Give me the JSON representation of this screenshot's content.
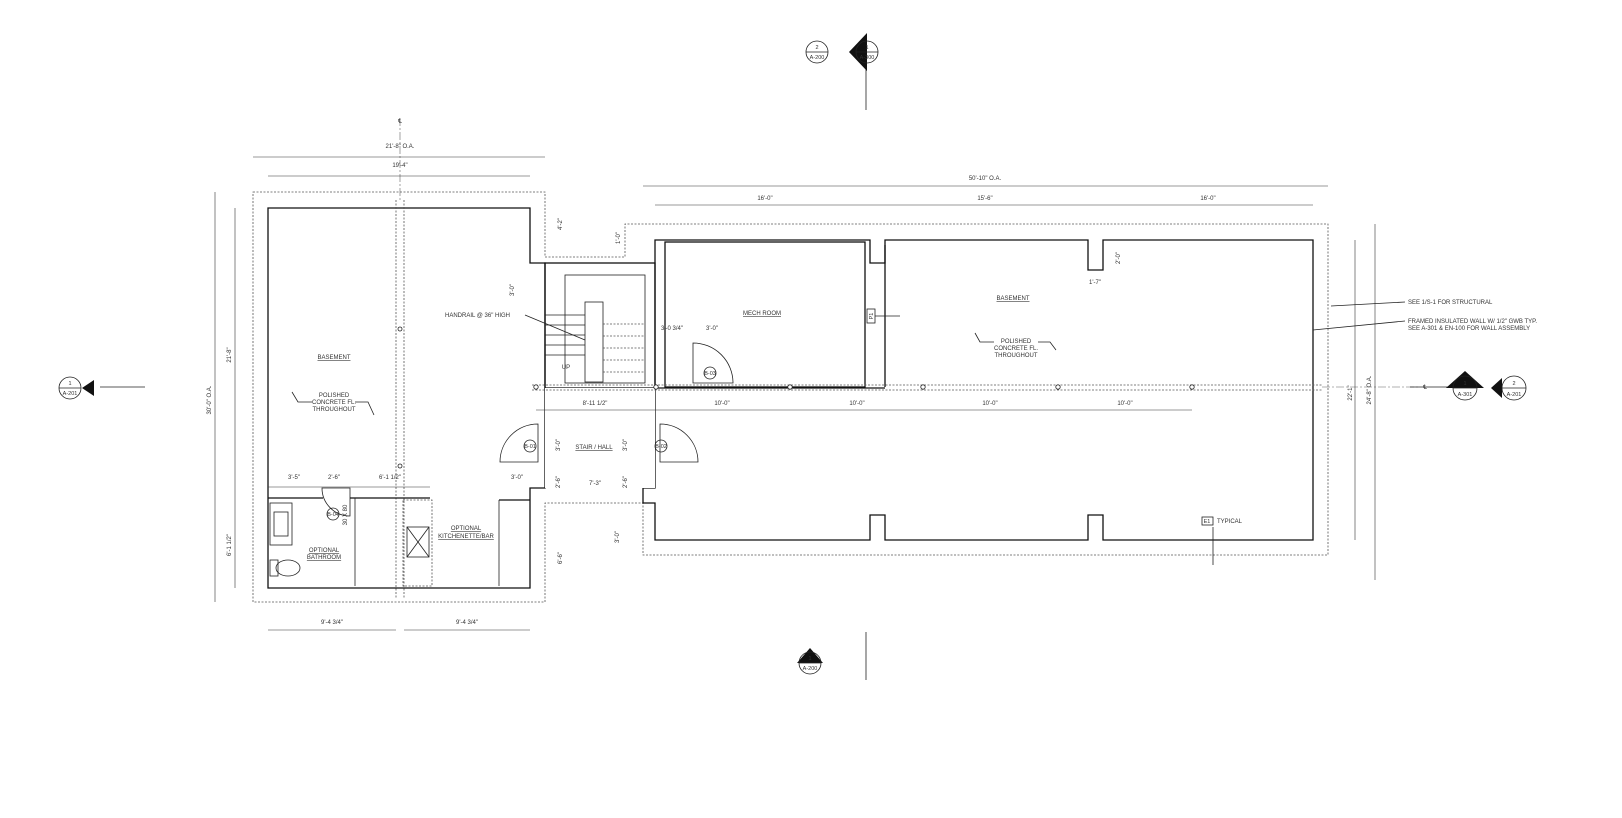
{
  "sheet": {
    "section_markers": {
      "top_left": {
        "num": "2",
        "sheet": "A-200"
      },
      "top_right": {
        "num": "1",
        "sheet": "A-300"
      },
      "bottom": {
        "num": "1",
        "sheet": "A-200"
      },
      "left": {
        "num": "1",
        "sheet": "A-201"
      },
      "right_1": {
        "num": "1",
        "sheet": "A-301"
      },
      "right_2": {
        "num": "2",
        "sheet": "A-201"
      }
    },
    "dimensions": {
      "left_oa": "21'-8\" O.A.",
      "left_inner": "19'-4\"",
      "right_oa": "50'-10\" O.A.",
      "bay1": "16'-0\"",
      "bay2": "15'-6\"",
      "bay3": "16'-0\"",
      "notch_4_2": "4'-2\"",
      "notch_1_0": "1'-0\"",
      "stair_3_0": "3'-0\"",
      "pilaster_2_0": "2'-0\"",
      "pilaster_1_7": "1'-7\"",
      "mech_3_0_3_4": "3'-0 3/4\"",
      "mech_door_3_0": "3'-0\"",
      "hall_8_11": "8'-11 1/2\"",
      "grid": [
        "10'-0\"",
        "10'-0\"",
        "10'-0\"",
        "10'-0\""
      ],
      "hall_left_3_0": "3'-0\"",
      "hall_right_3_0": "3'-0\"",
      "bath_3_5": "3'-5\"",
      "bath_2_6": "2'-6\"",
      "bath_6_1": "6'-1 1/2\"",
      "kitchen_3_0": "3'-0\"",
      "hall_2_6a": "2'-6\"",
      "hall_7_3": "7'-3\"",
      "hall_2_6b": "2'-6\"",
      "notch_3_0": "3'-0\"",
      "notch_6_6": "6'-6\"",
      "bath_height": "6'-1 1/2\"",
      "left_21_8": "21'-8\"",
      "left_30_oa": "30'-0\" O.A.",
      "right_22_1": "22'-1\"",
      "right_24_8_oa": "24'-8\" O.A.",
      "bottom_left": "9'-4 3/4\"",
      "bottom_right": "9'-4 3/4\"",
      "door_size": "30 X 80"
    },
    "rooms": {
      "basement_left": "BASEMENT",
      "basement_right": "BASEMENT",
      "mech": "MECH ROOM",
      "stair_hall": "STAIR / HALL",
      "bath": [
        "OPTIONAL",
        "BATHROOM"
      ],
      "kitchen": [
        "OPTIONAL",
        "KITCHENETTE/BAR"
      ]
    },
    "notes": {
      "floor_left": [
        "POLISHED",
        "CONCRETE FL.",
        "THROUGHOUT"
      ],
      "floor_right": [
        "POLISHED",
        "CONCRETE FL.",
        "THROUGHOUT"
      ],
      "handrail": "HANDRAIL @ 36\" HIGH",
      "up": "UP",
      "structural": "SEE 1/S-1  FOR STRUCTURAL",
      "wall_1": "FRAMED INSULATED WALL W/ 1/2\" GWB TYP.",
      "wall_2": "SEE A-301 & EN-100 FOR WALL ASSEMBLY",
      "typical": "TYPICAL"
    },
    "tags": {
      "b01": "B-01",
      "b02": "B-02",
      "b03": "B-03",
      "b04": "B-04",
      "p1": "P1",
      "e1": "E1"
    },
    "centerline": "℄"
  }
}
